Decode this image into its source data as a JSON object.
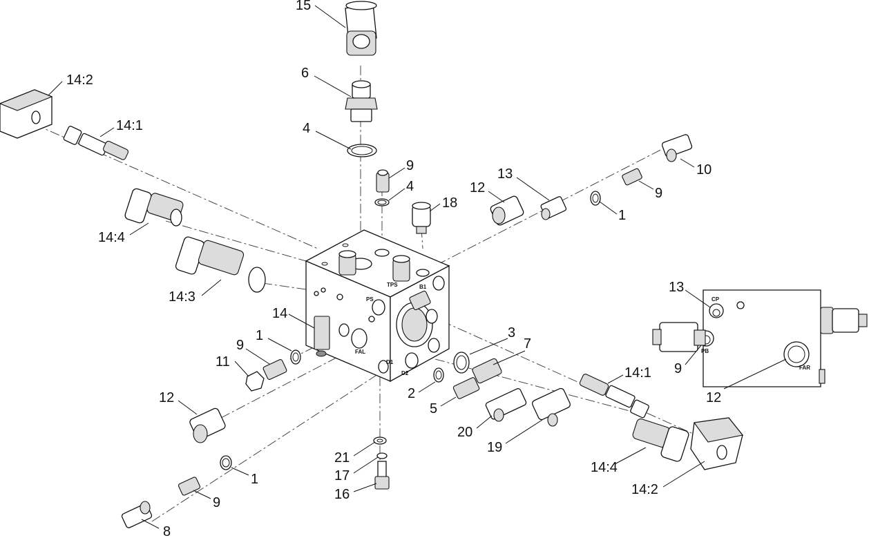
{
  "diagram": {
    "callouts": [
      {
        "id": "c15",
        "text": "15"
      },
      {
        "id": "c6",
        "text": "6"
      },
      {
        "id": "c4a",
        "text": "4"
      },
      {
        "id": "c9a",
        "text": "9"
      },
      {
        "id": "c4b",
        "text": "4"
      },
      {
        "id": "c18",
        "text": "18"
      },
      {
        "id": "c12a",
        "text": "12"
      },
      {
        "id": "c13a",
        "text": "13"
      },
      {
        "id": "c1a",
        "text": "1"
      },
      {
        "id": "c9b",
        "text": "9"
      },
      {
        "id": "c10",
        "text": "10"
      },
      {
        "id": "c14_2a",
        "text": "14:2"
      },
      {
        "id": "c14_1a",
        "text": "14:1"
      },
      {
        "id": "c14_4a",
        "text": "14:4"
      },
      {
        "id": "c14_3",
        "text": "14:3"
      },
      {
        "id": "c14",
        "text": "14"
      },
      {
        "id": "c1b",
        "text": "1"
      },
      {
        "id": "c9c",
        "text": "9"
      },
      {
        "id": "c11",
        "text": "11"
      },
      {
        "id": "c12b",
        "text": "12"
      },
      {
        "id": "c1c",
        "text": "1"
      },
      {
        "id": "c9d",
        "text": "9"
      },
      {
        "id": "c8",
        "text": "8"
      },
      {
        "id": "c3",
        "text": "3"
      },
      {
        "id": "c7",
        "text": "7"
      },
      {
        "id": "c2",
        "text": "2"
      },
      {
        "id": "c5",
        "text": "5"
      },
      {
        "id": "c20",
        "text": "20"
      },
      {
        "id": "c19",
        "text": "19"
      },
      {
        "id": "c21",
        "text": "21"
      },
      {
        "id": "c17",
        "text": "17"
      },
      {
        "id": "c16",
        "text": "16"
      },
      {
        "id": "c14_1b",
        "text": "14:1"
      },
      {
        "id": "c14_4b",
        "text": "14:4"
      },
      {
        "id": "c14_2b",
        "text": "14:2"
      },
      {
        "id": "c13b",
        "text": "13"
      },
      {
        "id": "c9e",
        "text": "9"
      },
      {
        "id": "c12c",
        "text": "12"
      }
    ],
    "port_labels": {
      "ps": "PS",
      "fal": "FAL",
      "d1": "D1",
      "d2": "D2",
      "b1": "B1",
      "tps": "TPS",
      "cp": "CP",
      "pb": "PB",
      "far": "FAR"
    }
  }
}
